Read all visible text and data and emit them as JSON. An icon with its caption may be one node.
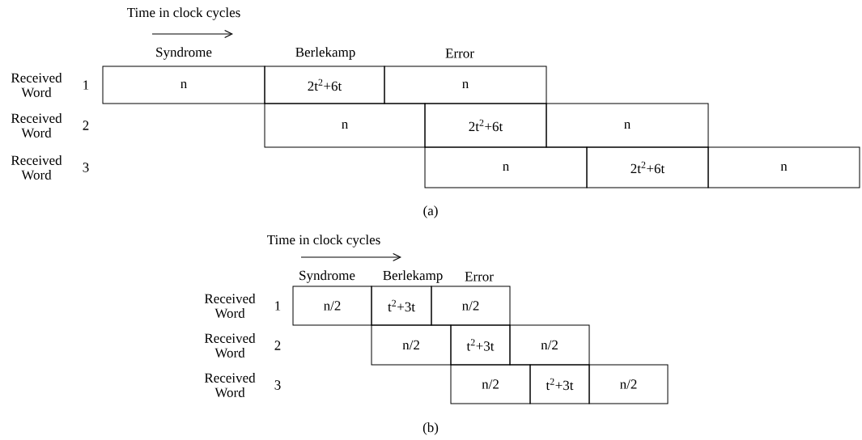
{
  "diagram": {
    "nodes": [
      {
        "text": [
          "n"
        ]
      },
      {
        "text": [
          "2t$^{2}$+6t"
        ]
      },
      {
        "text": [
          "n"
        ]
      },
      {
        "text": [
          "n"
        ]
      },
      {
        "text": [
          "2t$^{2}$+6t"
        ]
      },
      {
        "text": [
          "n"
        ]
      },
      {
        "text": [
          "n"
        ]
      },
      {
        "text": [
          "2t$^{2}$+6t"
        ]
      },
      {
        "text": [
          "n"
        ]
      },
      {
        "text": [
          "n/2"
        ]
      },
      {
        "text": [
          "t$^{2}$+3t"
        ]
      },
      {
        "text": [
          "n/2"
        ]
      },
      {
        "text": [
          "n/2"
        ]
      },
      {
        "text": [
          "t$^{2}$+3t"
        ]
      },
      {
        "text": [
          "n/2"
        ]
      },
      {
        "text": [
          "n/2"
        ]
      },
      {
        "text": [
          "t$^{2}$+3t"
        ]
      },
      {
        "text": [
          "n/2"
        ]
      }
    ],
    "edges": [],
    "labels": [
      "Time in clock cycles",
      "Syndrome",
      "Berlekamp",
      "Error",
      "Received Word",
      "1",
      "Received Word",
      "2",
      "Received Word",
      "3",
      "(a)",
      "Time in clock cycles",
      "Syndrome",
      "Berlekamp",
      "Error",
      "Received Word",
      "1",
      "Received Word",
      "2",
      "Received Word",
      "3",
      "(b)"
    ]
  }
}
